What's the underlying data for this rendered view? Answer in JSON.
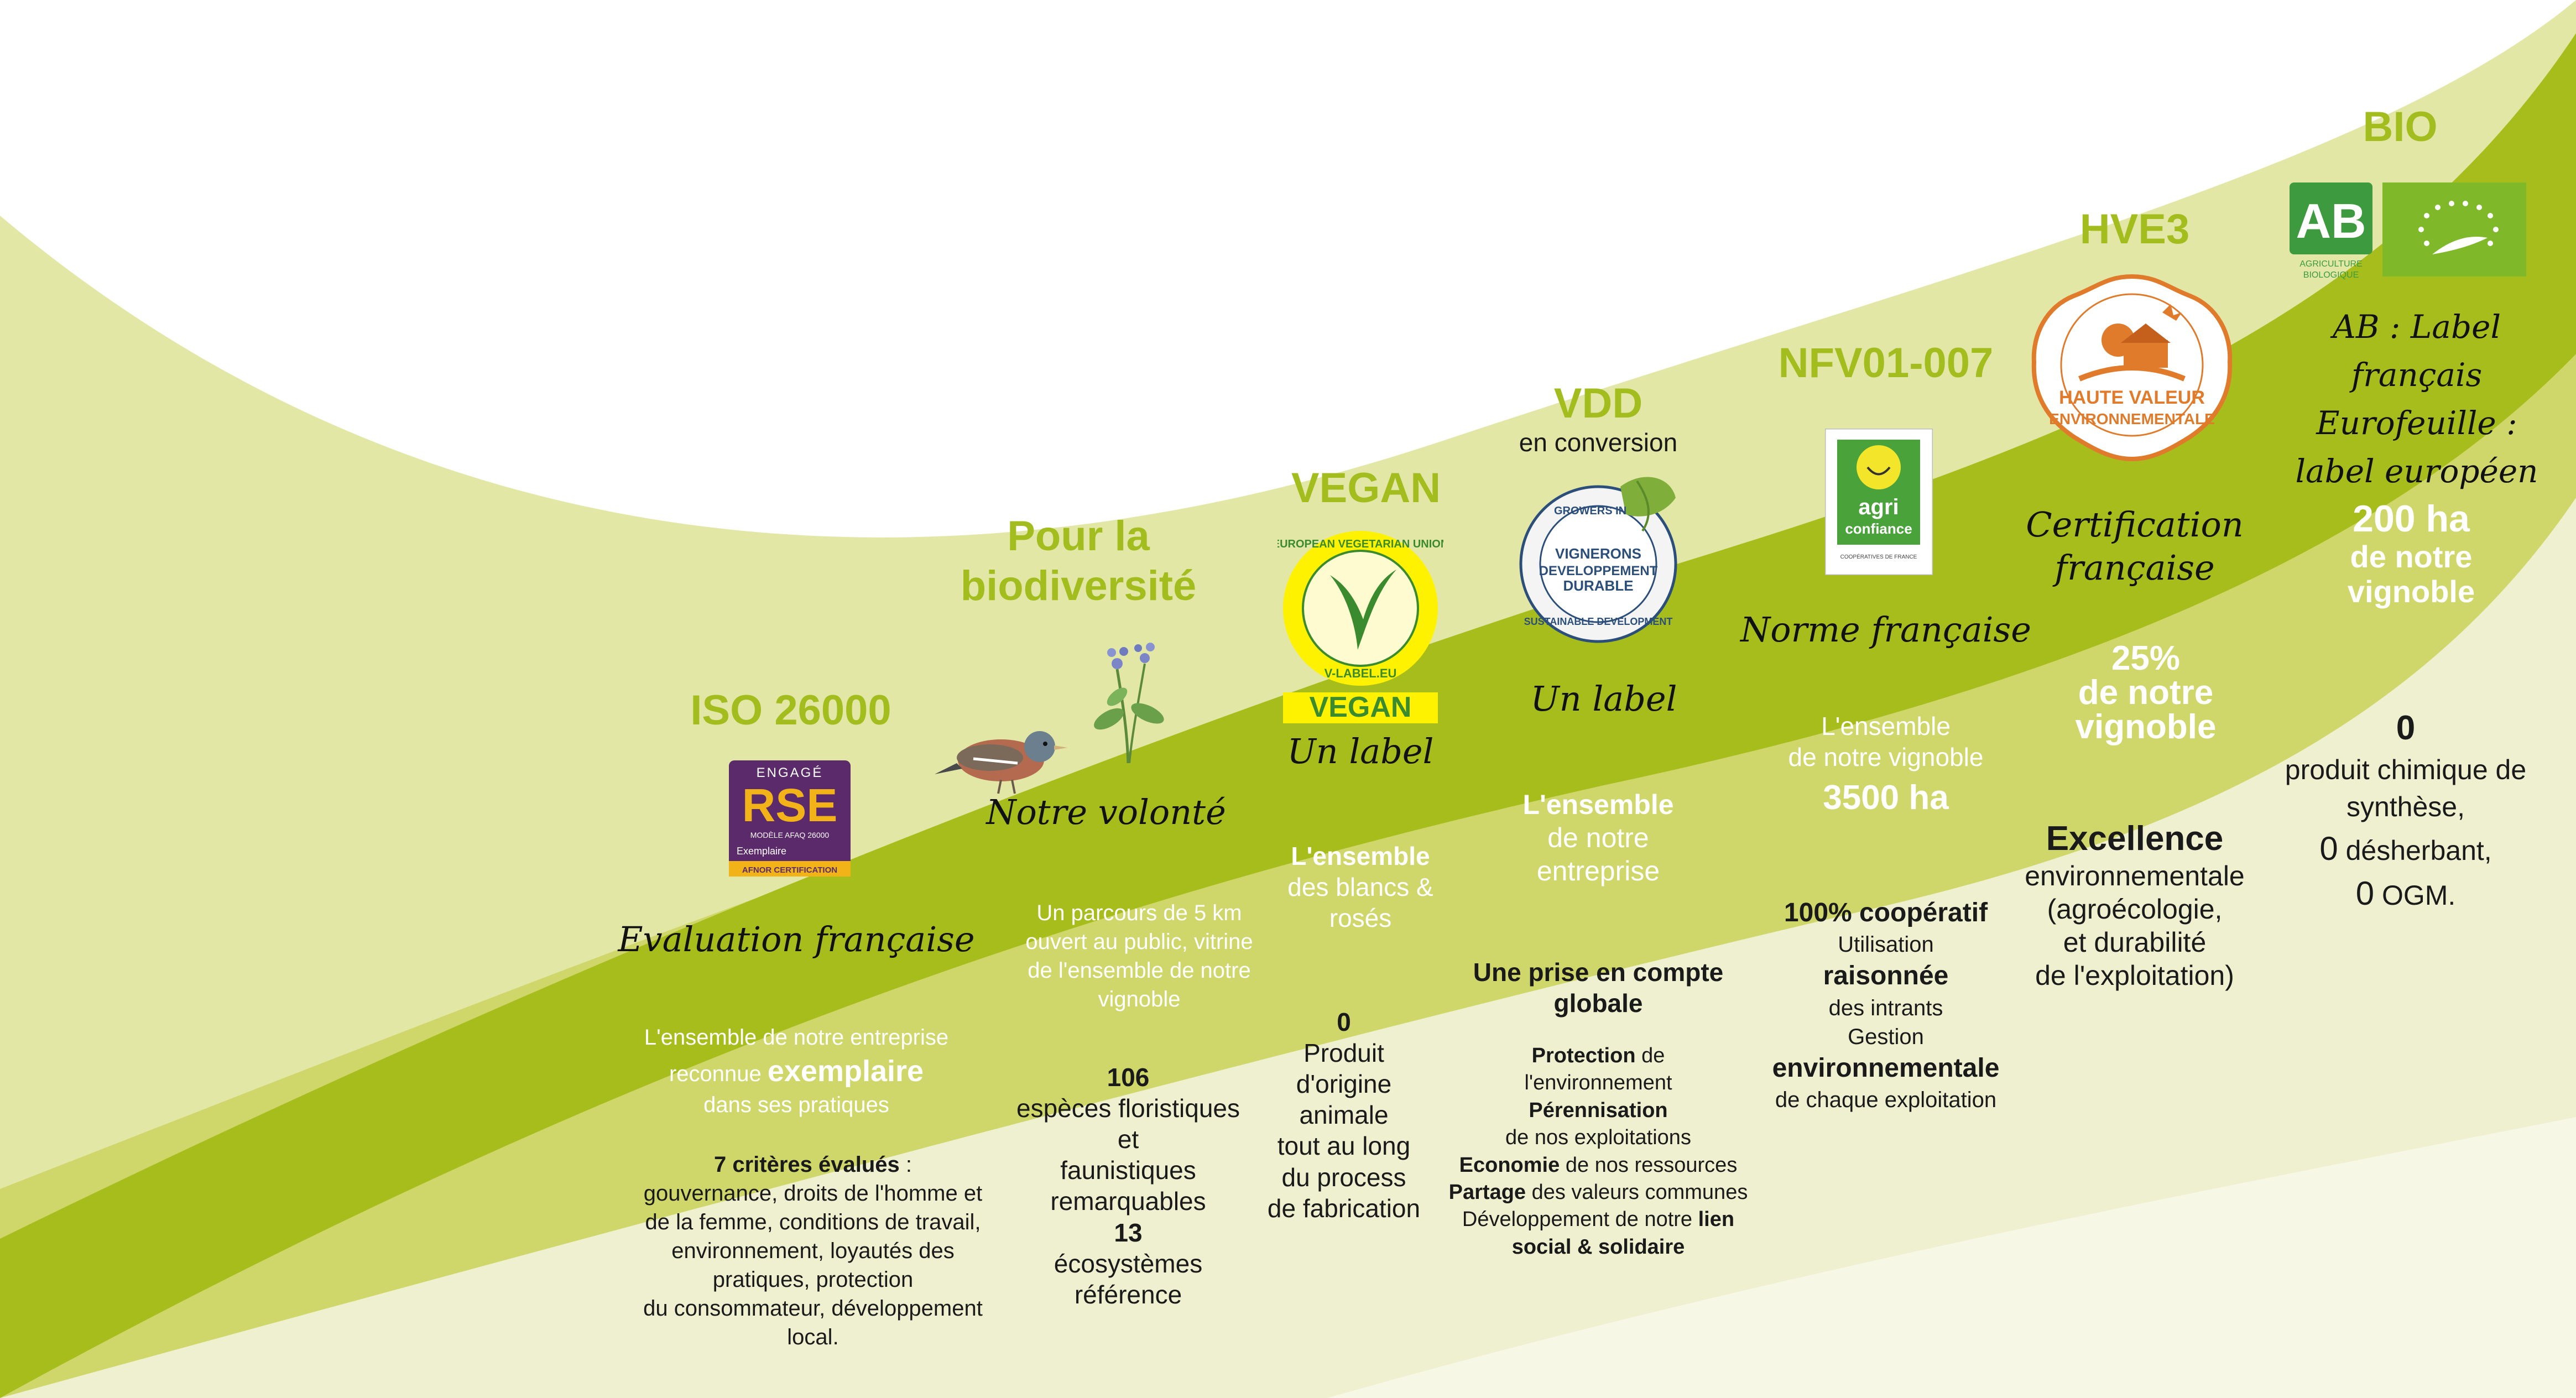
{
  "colors": {
    "accent_green": "#a4bd1e",
    "pale_green": "#e2e7a6",
    "light_green": "#cfd76a",
    "cream": "#eef0cf",
    "rse_purple": "#5b2a6b",
    "rse_gold": "#f2b319",
    "hve_orange": "#e07b2c",
    "ab_green": "#3d9a3e",
    "eu_green": "#7fb92a"
  },
  "stages": [
    {
      "title": "ISO 26000",
      "script": "Evaluation française",
      "badge": {
        "icon": "rse-engage-badge",
        "top": "ENGAGÉ",
        "main": "RSE",
        "sub": "MODÈLE AFAQ 26000",
        "level": "Exemplaire",
        "footer": "AFNOR CERTIFICATION"
      },
      "p1": "L'ensemble de notre entreprise",
      "p2a": "reconnue",
      "p2b": "exemplaire",
      "p3": "dans ses pratiques",
      "p4a": "7 critères évalués",
      "p4b": " :",
      "p5": "gouvernance, droits de l'homme et",
      "p6": "de la femme, conditions de travail,",
      "p7": "environnement, loyautés des",
      "p8": "pratiques, protection",
      "p9": "du consommateur, développement",
      "p10": "local."
    },
    {
      "title_l1": "Pour la",
      "title_l2": "biodiversité",
      "script": "Notre volonté",
      "p1": "Un parcours de 5 km",
      "p2": "ouvert au public, vitrine",
      "p3": "de l'ensemble de notre",
      "p4": "vignoble",
      "n1": "106",
      "l1": "espèces floristiques",
      "l2": "et",
      "l3": "faunistiques",
      "l4": "remarquables",
      "n2": "13",
      "l5": "écosystèmes",
      "l6": "référence",
      "icons": [
        "bird-illustration",
        "wildflower-illustration"
      ]
    },
    {
      "title": "VEGAN",
      "script": "Un label",
      "badge": {
        "icon": "v-label-vegan-logo",
        "ring_top": "EUROPEAN VEGETARIAN UNION",
        "ring_bottom": "V-LABEL.EU",
        "word": "VEGAN"
      },
      "p1": "L'ensemble",
      "p2": "des blancs &",
      "p3": "rosés",
      "n": "0",
      "l1": "Produit",
      "l2": "d'origine",
      "l3": "animale",
      "l4": "tout au long",
      "l5": "du process",
      "l6": "de fabrication"
    },
    {
      "title": "VDD",
      "subtitle": "en conversion",
      "script": "Un label",
      "badge": {
        "icon": "vignerons-developpement-durable-logo",
        "ring_top": "GROWERS IN",
        "line1": "VIGNERONS",
        "line2": "DEVELOPPEMENT",
        "line3": "DURABLE",
        "ring_bottom": "SUSTAINABLE DEVELOPMENT"
      },
      "p1": "L'ensemble",
      "p2": "de notre",
      "p3": "entreprise",
      "h1": "Une prise en compte",
      "h2": "globale",
      "r1a": "Protection",
      "r1b": " de",
      "r2": "l'environnement",
      "r3": "Pérennisation",
      "r4": "de nos exploitations",
      "r5a": "Economie",
      "r5b": " de nos ressources",
      "r6a": "Partage",
      "r6b": " des valeurs communes",
      "r7a": "Développement de notre ",
      "r7b": "lien",
      "r8": "social & solidaire"
    },
    {
      "title": "NFV01-007",
      "script": "Norme française",
      "badge": {
        "icon": "agri-confiance-logo",
        "word1": "agri",
        "word2": "confiance",
        "caption": "COOPÉRATIVES DE FRANCE"
      },
      "p1": "L'ensemble",
      "p2": "de notre vignoble",
      "p3": "3500 ha",
      "h1": "100% coopératif",
      "r1": "Utilisation",
      "r2": "raisonnée",
      "r3": "des intrants",
      "r4": "Gestion",
      "r5": "environnementale",
      "r6": "de chaque exploitation"
    },
    {
      "title": "HVE3",
      "script_l1": "Certification",
      "script_l2": "française",
      "badge": {
        "icon": "haute-valeur-environnementale-seal",
        "line1": "HAUTE VALEUR",
        "line2": "ENVIRONNEMENTALE"
      },
      "p1": "25%",
      "p2": "de notre",
      "p3": "vignoble",
      "h1": "Excellence",
      "r1": "environnementale",
      "r2": "(agroécologie,",
      "r3": "et durabilité",
      "r4": "de l'exploitation)"
    },
    {
      "title": "BIO",
      "badge": {
        "ab_icon": "ab-agriculture-biologique-logo",
        "ab_letters": "AB",
        "ab_caption1": "AGRICULTURE",
        "ab_caption2": "BIOLOGIQUE",
        "eu_icon": "eurofeuille-logo"
      },
      "s1": "AB : Label français",
      "s2": "Eurofeuille :",
      "s3": "label européen",
      "p1": "200 ha",
      "p2": "de notre",
      "p3": "vignoble",
      "n": "0",
      "r1": "produit chimique de",
      "r2": "synthèse,",
      "r3a": "0",
      "r3b": " désherbant,",
      "r4a": "0",
      "r4b": " OGM."
    }
  ]
}
